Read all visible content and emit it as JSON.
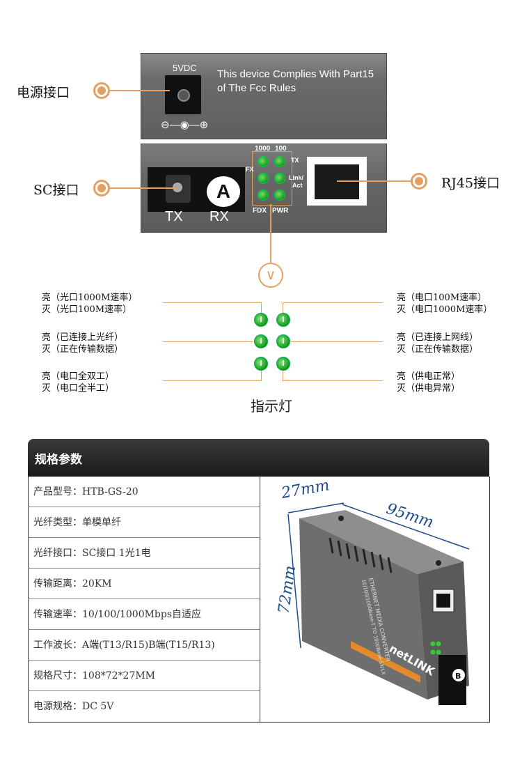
{
  "device": {
    "dc_label": "5VDC",
    "compliance_line1": "This device Complies With Part15",
    "compliance_line2": "of The Fcc Rules",
    "polarity": "⊖—◉—⊕",
    "tx_label": "TX",
    "rx_label": "RX",
    "sc_badge": "A",
    "led_header_left": "1000",
    "led_header_right": "100",
    "led_fx": "FX",
    "led_tx": "TX",
    "led_link": "Link/",
    "led_act": "Act",
    "led_fdx": "FDX",
    "led_pwr": "PWR"
  },
  "callouts": {
    "power_port": "电源接口",
    "sc_port": "SC接口",
    "rj45_port": "RJ45接口"
  },
  "indicators": {
    "title": "指示灯",
    "left": [
      {
        "on": "亮（光口1000M速率）",
        "off": "灭（光口100M速率）"
      },
      {
        "on": "亮（已连接上光纤）",
        "off": "灭（正在传输数据）"
      },
      {
        "on": "亮（电口全双工）",
        "off": "灭（电口全半工）"
      }
    ],
    "right": [
      {
        "on": "亮（电口100M速率）",
        "off": "灭（电口1000M速率）"
      },
      {
        "on": "亮（已连接上网线）",
        "off": "灭（正在传输数据）"
      },
      {
        "on": "亮（供电正常）",
        "off": "灭（供电异常）"
      }
    ]
  },
  "specs": {
    "header": "规格参数",
    "rows": [
      "产品型号：HTB-GS-20",
      "光纤类型：单模单纤",
      "光纤接口：SC接口 1光1电",
      "传输距离：20KM",
      "传输速率：10/100/1000Mbps自适应",
      "工作波长：A端(T13/R15)B端(T15/R13)",
      "规格尺寸：108*72*27MM",
      "电源规格：DC 5V"
    ],
    "dim_depth": "27mm",
    "dim_length": "95mm",
    "dim_height": "72mm",
    "product_brand": "netLINK",
    "product_text": "ETHERNET MEDIA CONVERTER",
    "product_text2": "10/100/1000Base-T TO 1000Base-SX/LX",
    "product_badge": "B"
  }
}
